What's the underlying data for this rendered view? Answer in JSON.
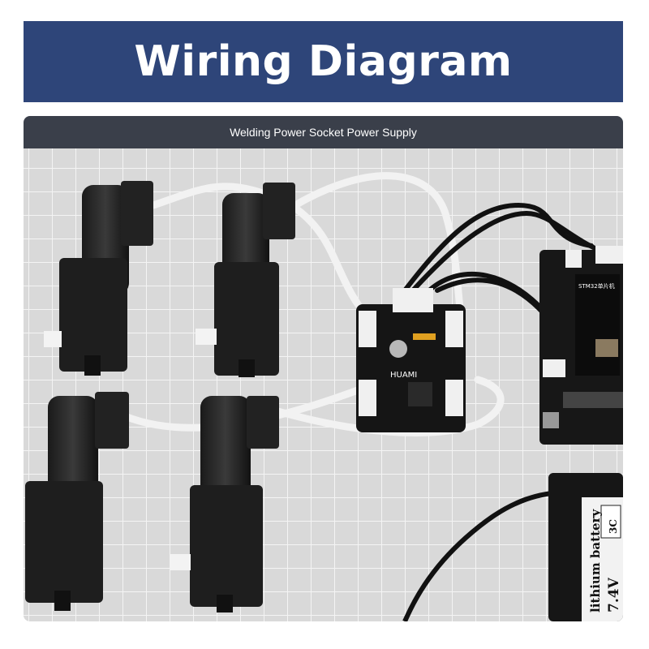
{
  "header": {
    "title": "Wiring Diagram",
    "background_color": "#2e4579",
    "text_color": "#ffffff"
  },
  "photo": {
    "caption": "Welding Power Socket Power Supply",
    "caption_bar_color": "#3a3f4a",
    "mat_color": "#d9d9d9",
    "grid_line_color": "#f4f4f4",
    "board_labels": {
      "driver_brand": "HUAMI",
      "mcu_label": "STM32单片机",
      "battery_text": "lithium battery",
      "battery_voltage": "7.4V",
      "battery_rating": "3C"
    }
  }
}
